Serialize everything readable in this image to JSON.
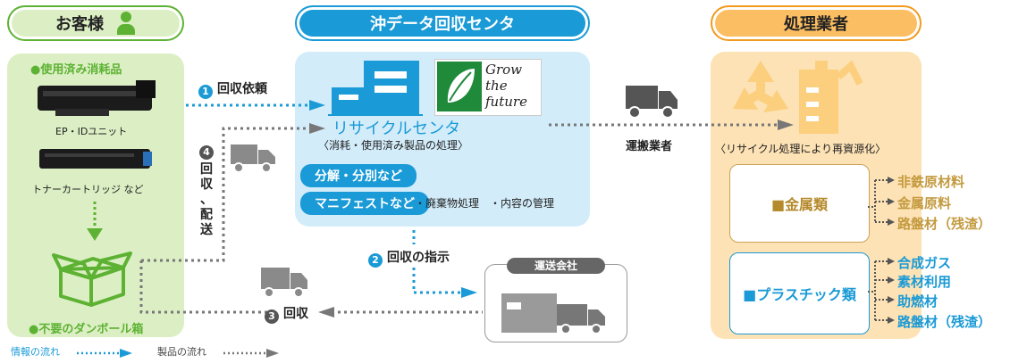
{
  "headers": {
    "customer": "お客様",
    "center": "沖データ回収センタ",
    "processor": "処理業者"
  },
  "customer": {
    "consumables_label": "●使用済み消耗品",
    "ep_unit": "EP・IDユニット",
    "toner": "トナーカートリッジ など",
    "cardboard": "●不要のダンボール箱"
  },
  "center": {
    "logo_lines": [
      "Grow",
      "the",
      "future"
    ],
    "recycle_center": "リサイクルセンタ",
    "subtitle": "〈消耗・使用済み製品の処理〉",
    "tag_disassembly": "分解・分別など",
    "tag_manifest": "マニフェストなど",
    "manifest_items": "・廃棄物処理　・内容の管理"
  },
  "flow": {
    "step1_num": "1",
    "step1": "回収依頼",
    "step2_num": "2",
    "step2": "回収の指示",
    "step3_num": "3",
    "step3": "回収",
    "step4_num": "4",
    "step4_vertical": "回\n収\n、\n配\n送",
    "carrier": "運搬業者",
    "transport_company": "運送会社"
  },
  "processor": {
    "recycle_caption": "〈リサイクル処理により再資源化〉",
    "metals_box": "■金属類",
    "metals_items": [
      "非鉄原材料",
      "金属原料",
      "路盤材（残渣）"
    ],
    "plastics_box": "■プラスチック類",
    "plastics_items": [
      "合成ガス",
      "素材利用",
      "助燃材",
      "路盤材（残渣）"
    ]
  },
  "legend": {
    "info_flow": "情報の流れ",
    "product_flow": "製品の流れ"
  },
  "colors": {
    "green": "#5db233",
    "green_light": "#dcefc4",
    "blue": "#1a9ad6",
    "blue_light": "#d3ecfa",
    "orange": "#f29a1f",
    "orange_light": "#fde2b5",
    "gray": "#8a8a8a"
  }
}
